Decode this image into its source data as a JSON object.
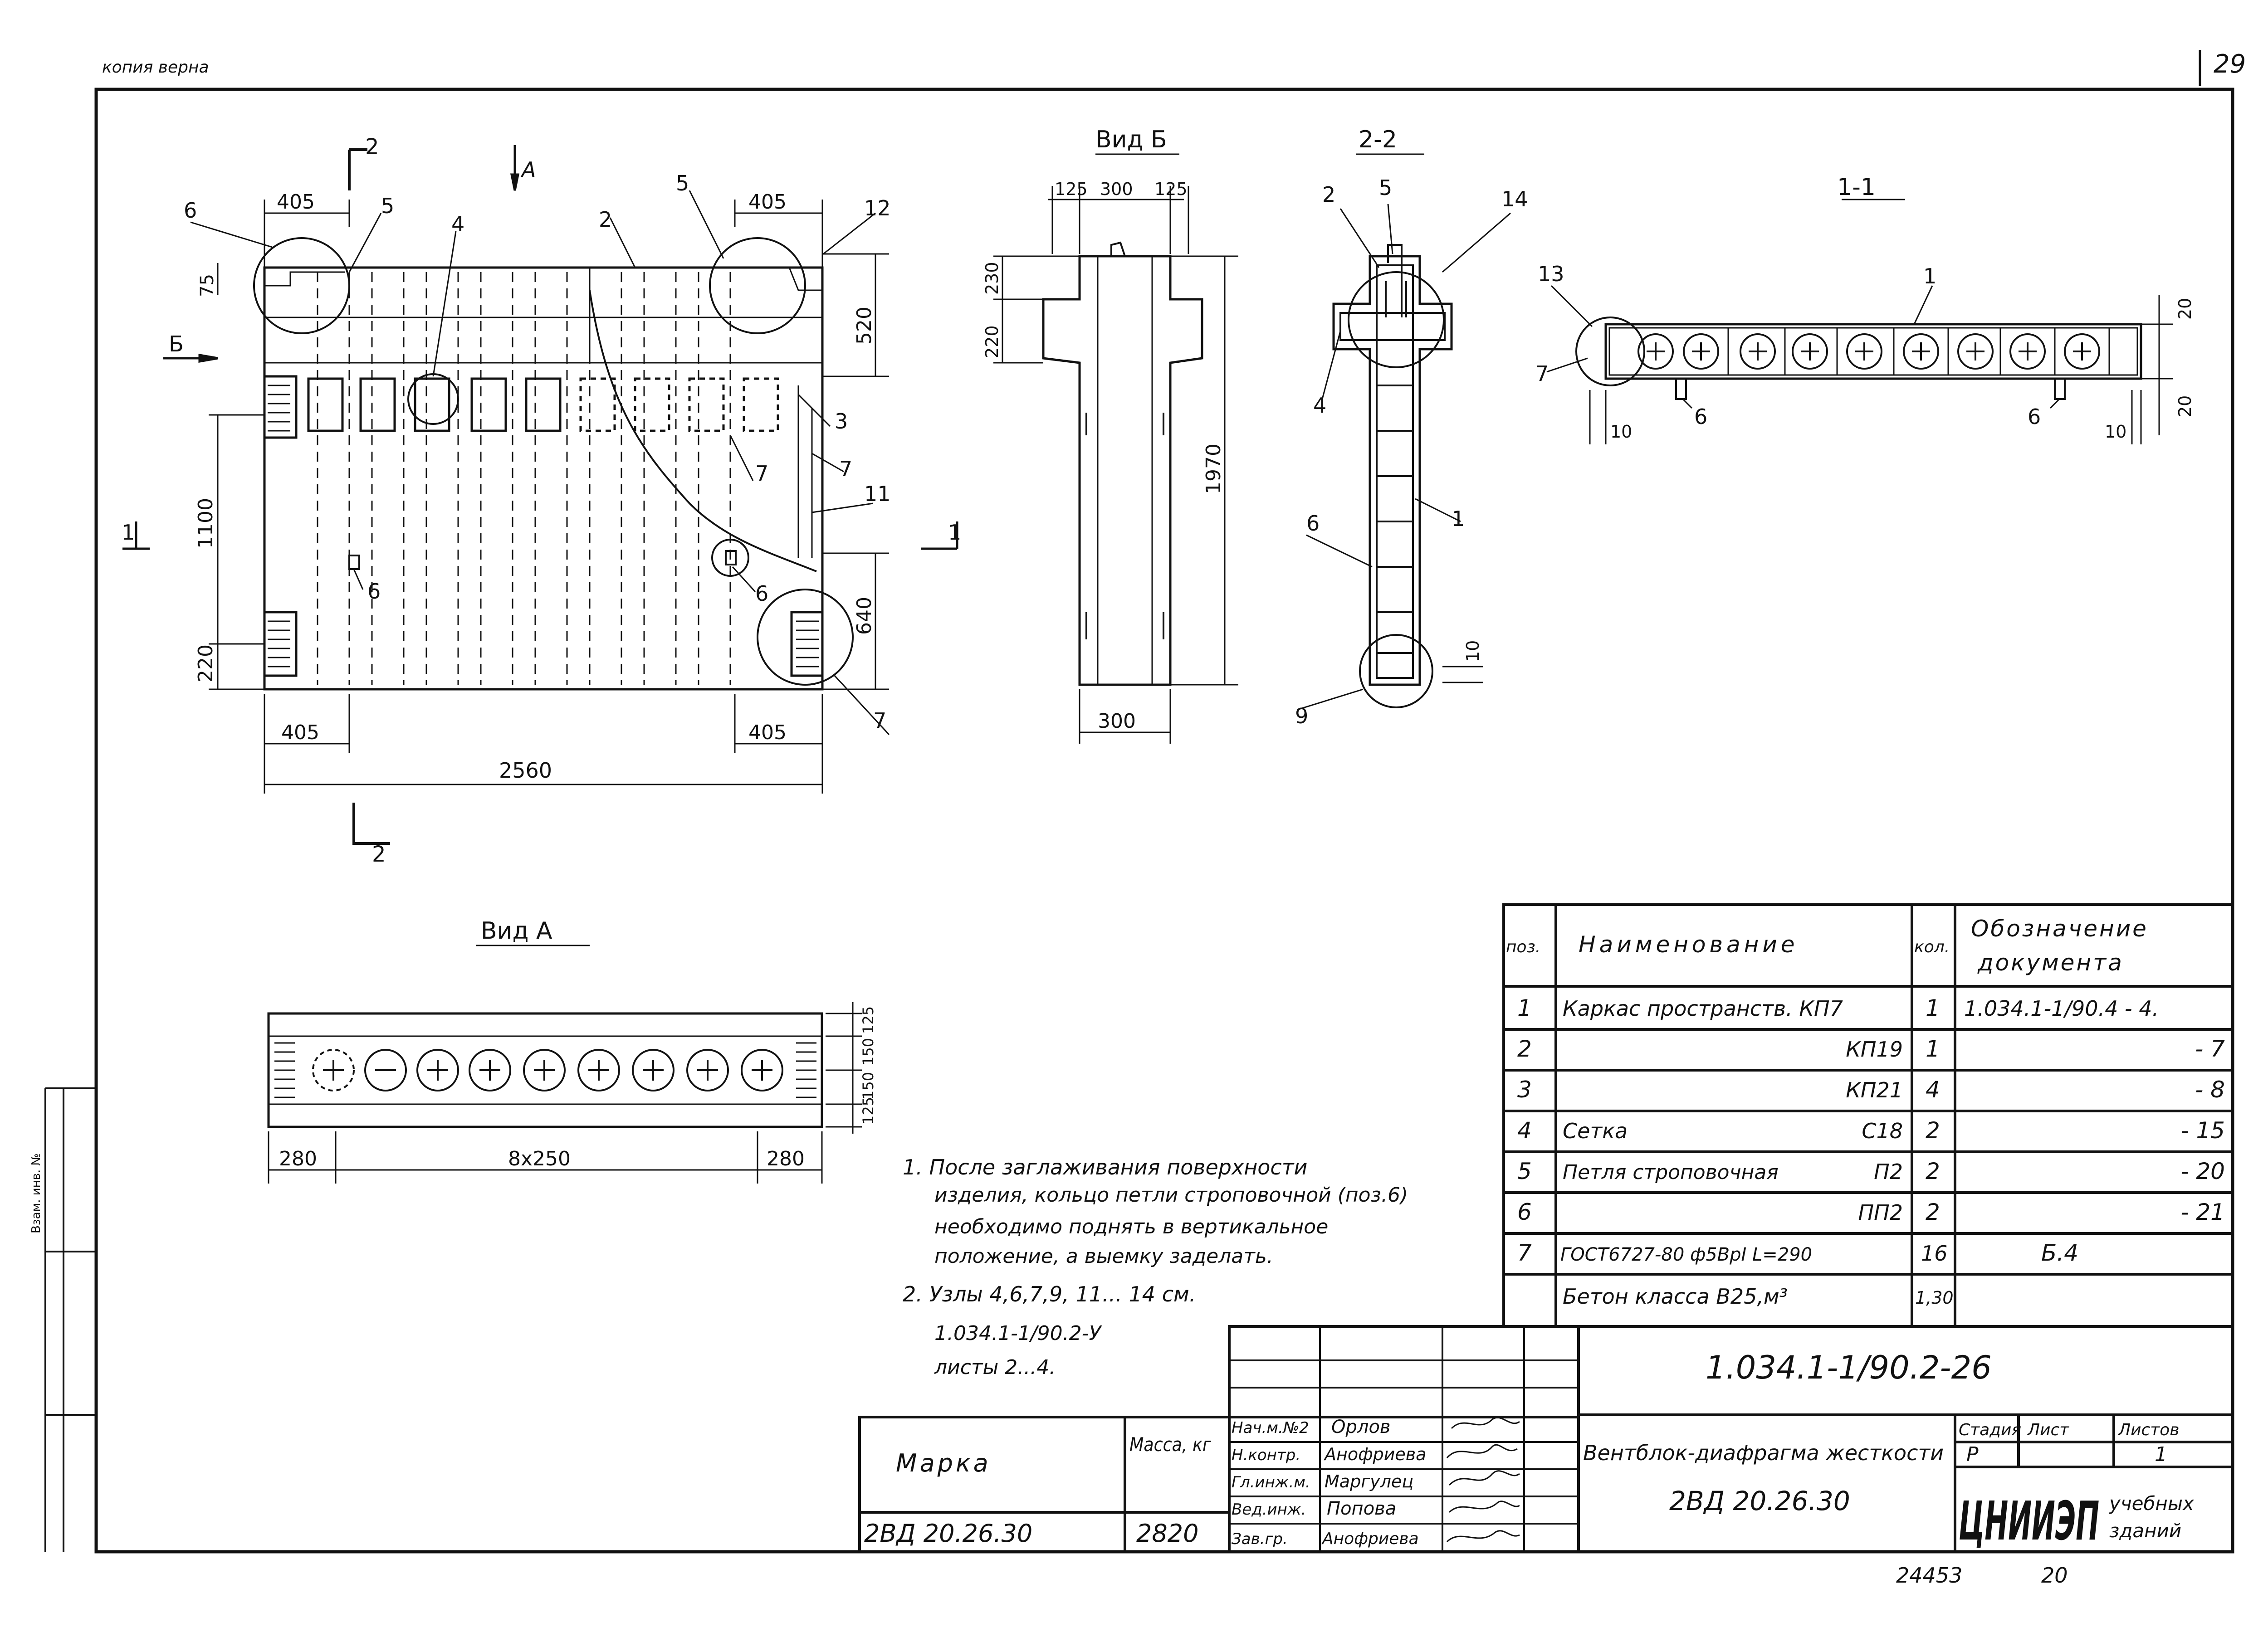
{
  "header": {
    "copy_stamp": "копия верна",
    "sheet_number": "29"
  },
  "views": {
    "front": {
      "section_2_label": "2",
      "arrow_a_label": "А",
      "arrow_b_label": "Б",
      "section_1_label": "1",
      "callouts": [
        "6",
        "5",
        "4",
        "2",
        "5",
        "12",
        "3",
        "7",
        "7",
        "11",
        "6",
        "6",
        "7"
      ],
      "dims": {
        "top_left": "405",
        "top_right": "405",
        "left_75": "75",
        "h_1100": "1100",
        "h_220": "220",
        "right_520": "520",
        "right_640": "640",
        "bottom_left": "405",
        "bottom_right": "405",
        "total": "2560"
      }
    },
    "view_b": {
      "title": "Вид Б",
      "dims": {
        "d125a": "125",
        "d300": "300",
        "d125b": "125",
        "d230": "230",
        "d220": "220",
        "d1970": "1970",
        "d300b": "300"
      }
    },
    "section_2_2": {
      "title": "2-2",
      "callouts": [
        "2",
        "5",
        "14",
        "4",
        "1",
        "6",
        "9"
      ],
      "dim_10": "10"
    },
    "section_1_1": {
      "title": "1-1",
      "callouts": [
        "1",
        "13",
        "7",
        "6",
        "6"
      ],
      "dims": {
        "d20a": "20",
        "d20b": "20",
        "d10a": "10",
        "d10b": "10"
      }
    },
    "view_a": {
      "title": "Вид А",
      "dims": {
        "left": "280",
        "middle": "8x250",
        "right": "280",
        "d125a": "125",
        "d150a": "150",
        "d150b": "150",
        "d125b": "125"
      }
    }
  },
  "notes": [
    "1. После заглаживания поверхности",
    "изделия, кольцо петли строповочной (поз.6)",
    "необходимо поднять в вертикальное",
    "положение, а выемку заделать.",
    "2. Узлы 4,6,7,9, 11... 14 см.",
    "1.034.1-1/90.2-У",
    "листы 2...4."
  ],
  "spec_table": {
    "headers": {
      "pos": "поз.",
      "name": "Наименование",
      "qty": "кол.",
      "doc_line1": "Обозначение",
      "doc_line2": "документа"
    },
    "rows": [
      {
        "pos": "1",
        "name": "Каркас пространств. КП7",
        "name_right": "",
        "qty": "1",
        "doc": "1.034.1-1/90.4 - 4."
      },
      {
        "pos": "2",
        "name": "",
        "name_right": "КП19",
        "qty": "1",
        "doc": "- 7"
      },
      {
        "pos": "3",
        "name": "",
        "name_right": "КП21",
        "qty": "4",
        "doc": "- 8"
      },
      {
        "pos": "4",
        "name": "Сетка",
        "name_right": "С18",
        "qty": "2",
        "doc": "- 15"
      },
      {
        "pos": "5",
        "name": "Петля строповочная",
        "name_right": "П2",
        "qty": "2",
        "doc": "- 20"
      },
      {
        "pos": "6",
        "name": "",
        "name_right": "ПП2",
        "qty": "2",
        "doc": "- 21"
      },
      {
        "pos": "7",
        "name": "ГОСТ6727-80 ф5ВрI L=290",
        "name_right": "",
        "qty": "16",
        "doc": "Б.4"
      },
      {
        "pos": "",
        "name": "Бетон класса В25,м³",
        "name_right": "",
        "qty": "1,30",
        "doc": ""
      }
    ]
  },
  "marking": {
    "col1_header": "Марка",
    "col2_header": "Масса, кг",
    "mark": "2ВД 20.26.30",
    "mass": "2820"
  },
  "title_block": {
    "doc_code": "1.034.1-1/90.2-26",
    "product_name": "Вентблок-диафрагма жесткости",
    "product_mark": "2ВД 20.26.30",
    "stage_header": "Стадия",
    "sheet_header": "Лист",
    "sheets_header": "Листов",
    "stage": "Р",
    "sheet": "",
    "sheets": "1",
    "org_logo": "ЦНИИЭП",
    "org_sub1": "учебных",
    "org_sub2": "зданий",
    "signatures": [
      {
        "role": "Нач.м.№2",
        "name": "Орлов"
      },
      {
        "role": "Н.контр.",
        "name": "Анофриева"
      },
      {
        "role": "Гл.инж.м.",
        "name": "Маргулец"
      },
      {
        "role": "Вед.инж.",
        "name": "Попова"
      },
      {
        "role": "Зав.гр.",
        "name": "Анофриева"
      }
    ]
  },
  "footer": {
    "inventory": "24453",
    "format": "20"
  },
  "side_stamp": {
    "text": "Взам. инв. №"
  }
}
